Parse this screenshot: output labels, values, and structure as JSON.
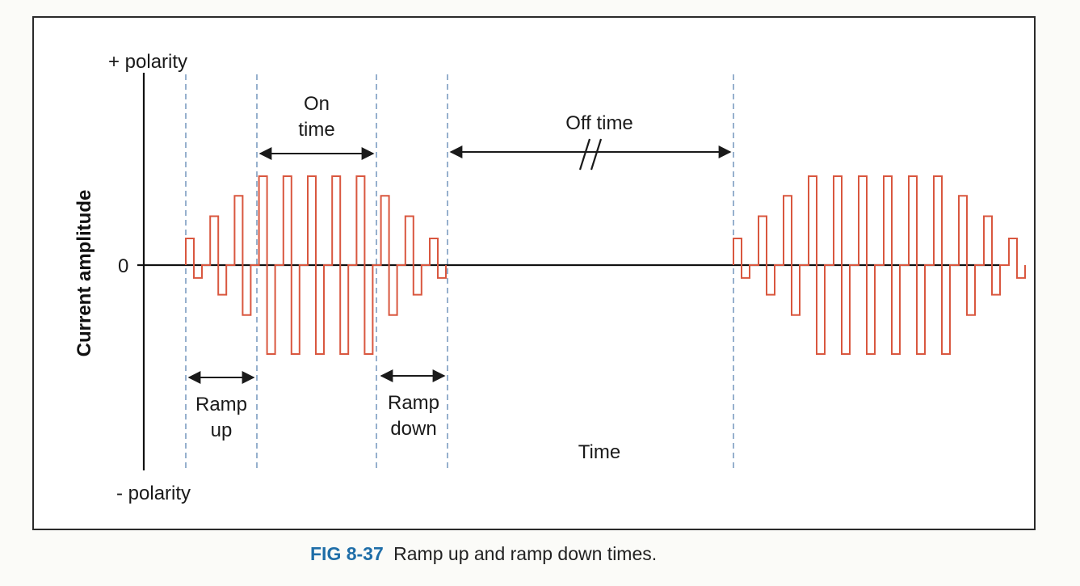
{
  "labels": {
    "plus_polarity": "+ polarity",
    "minus_polarity": "- polarity",
    "zero": "0",
    "y_axis": "Current amplitude",
    "on_time_line1": "On",
    "on_time_line2": "time",
    "off_time": "Off time",
    "ramp_up_line1": "Ramp",
    "ramp_up_line2": "up",
    "ramp_down_line1": "Ramp",
    "ramp_down_line2": "down",
    "time": "Time"
  },
  "caption": {
    "number": "FIG 8-37",
    "text": "Ramp up and ramp down times."
  },
  "colors": {
    "waveform": "#d9573f",
    "axis": "#111111",
    "guides": "#6a8fb8",
    "arrows": "#1a1a1a",
    "caption_number": "#1f6ea8"
  },
  "waveform": {
    "train1_amplitudes": [
      0.3,
      0.55,
      0.78,
      1,
      1,
      1,
      1,
      1,
      0.78,
      0.55,
      0.3
    ],
    "train2_amplitudes": [
      0.3,
      0.55,
      0.78,
      1,
      1,
      1,
      1,
      1,
      1,
      0.78,
      0.55,
      0.3
    ]
  }
}
